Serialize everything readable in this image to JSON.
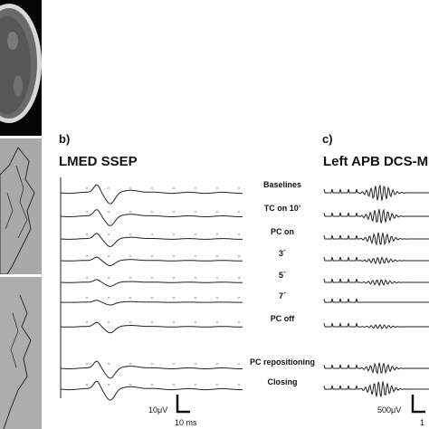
{
  "panel_b": {
    "label": "b)",
    "title": "LMED SSEP",
    "scale_amplitude": "10μV",
    "scale_time": "10 ms"
  },
  "panel_c": {
    "label": "c)",
    "title": "Left APB DCS-M",
    "scale_amplitude": "500μV",
    "scale_time": "1"
  },
  "trace_labels": [
    "Baselines",
    "TC on 10’",
    "PC on",
    "3´",
    "5´",
    "7´",
    "PC off",
    "PC repositioning",
    "Closing"
  ],
  "colors": {
    "trace": "#222222",
    "ct_background": "#050505",
    "angio_background": "#a9a9a9"
  }
}
